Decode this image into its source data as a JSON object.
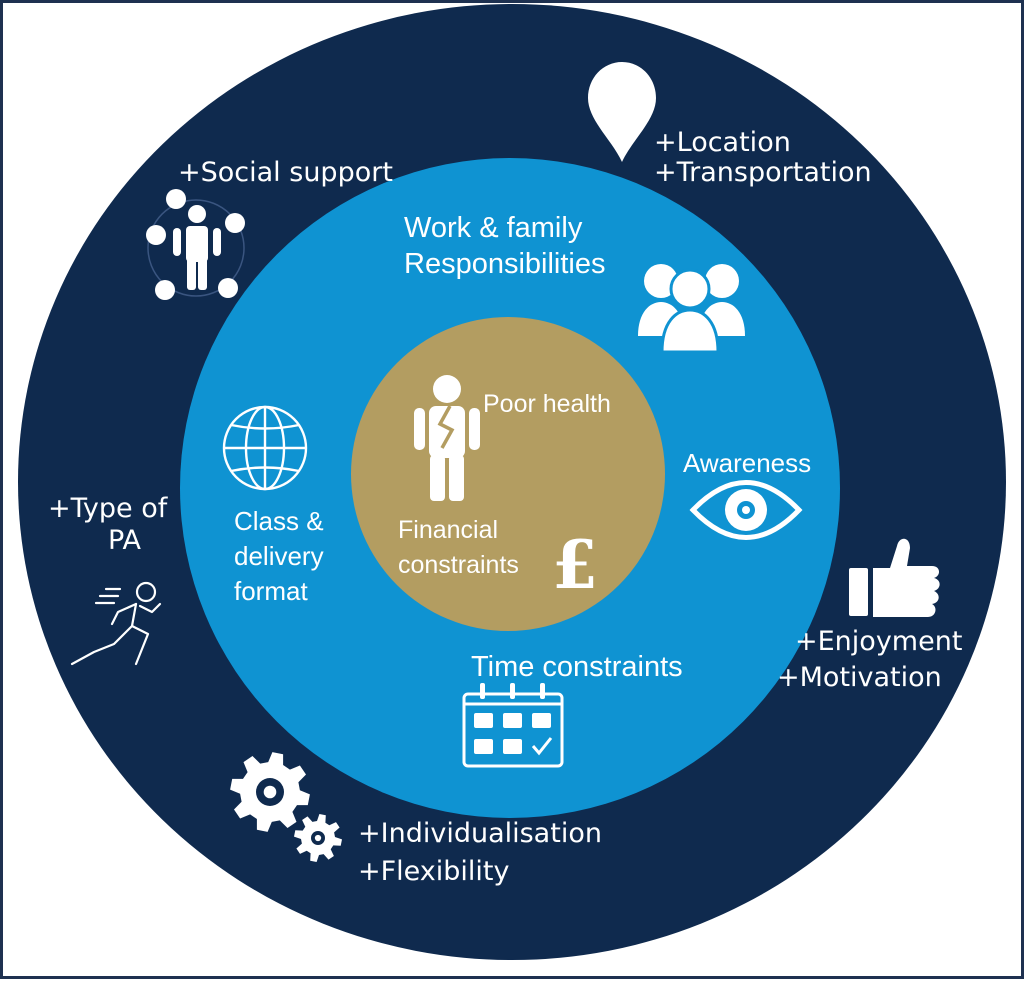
{
  "colors": {
    "frame": "#1e3150",
    "outer_ring": "#0f2a4e",
    "middle_ring": "#0f93d2",
    "core": "#b39d61",
    "text": "#ffffff"
  },
  "outer_ring": {
    "social_support": "+Social support",
    "location": "+Location",
    "transportation": "+Transportation",
    "type_of_pa_line1": "+Type of",
    "type_of_pa_line2": "PA",
    "enjoyment": "+Enjoyment",
    "motivation": "+Motivation",
    "individualisation": "+Individualisation",
    "flexibility": "+Flexibility"
  },
  "middle_ring": {
    "work_family_line1": "Work & family",
    "work_family_line2": "Responsibilities",
    "awareness": "Awareness",
    "class_delivery_line1": "Class &",
    "class_delivery_line2": "delivery",
    "class_delivery_line3": "format",
    "time_constraints": "Time constraints"
  },
  "core": {
    "poor_health": "Poor health",
    "financial_line1": "Financial",
    "financial_line2": "constraints",
    "pound_symbol": "£"
  },
  "icons": {
    "social_support": "social-network-icon",
    "location": "map-pin-icon",
    "family": "group-people-icon",
    "globe": "globe-icon",
    "injured_person": "injured-person-icon",
    "pound": "pound-sign-icon",
    "eye": "eye-icon",
    "thumbs_up": "thumbs-up-icon",
    "runner": "running-person-icon",
    "calendar": "calendar-icon",
    "gears": "gears-icon"
  }
}
